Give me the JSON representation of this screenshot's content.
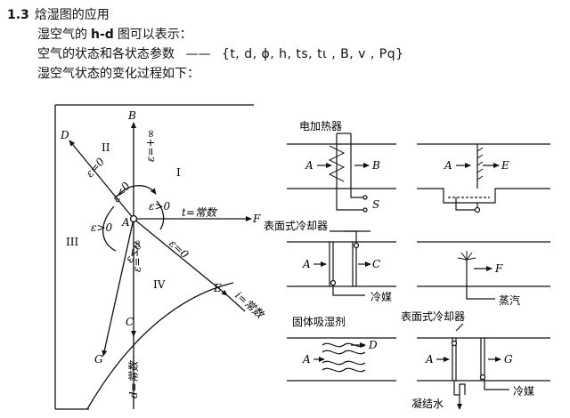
{
  "header": {
    "section_number": "1.3",
    "section_title": "焓湿图的应用"
  },
  "lines": {
    "l1_prefix": "湿空气的",
    "l1_bold": "h-d",
    "l1_suffix": "图可以表示：",
    "l2_prefix": "空气的状态和各状态参数",
    "l2_dash": "——",
    "l2_params": "{t, d, ϕ, h, ts, tι , B, v , Pq}",
    "l3": "湿空气状态的变化过程如下："
  },
  "left_diagram": {
    "point_labels": {
      "A": "A",
      "B": "B",
      "C": "C",
      "D": "D",
      "E": "E",
      "F": "F",
      "G": "G"
    },
    "regions": {
      "I": "I",
      "II": "II",
      "III": "III",
      "IV": "IV"
    },
    "epsilon": {
      "eps_eq_0_upper": "ε=0",
      "eps_lt_0_upper": "ε<0",
      "eps_gt_0_right": "ε>0",
      "eps_gt_0_left": "ε>0",
      "eps_lt_0_lower": "ε<0",
      "eps_eq_0_lower": "ε=0",
      "eps_plus_inf": "ε=+∞",
      "eps_minus_inf": "ε=−∞"
    },
    "const_labels": {
      "t_const": "t=常数",
      "h_const": "i=常数",
      "d_const": "d=常数"
    }
  },
  "right_panels": {
    "heater": {
      "title": "电加热器",
      "A": "A",
      "B": "B",
      "S": "S"
    },
    "spray": {
      "A": "A",
      "E": "E"
    },
    "cooler": {
      "title": "表面式冷却器",
      "A": "A",
      "C": "C",
      "coolant": "冷媒"
    },
    "steam": {
      "F": "F",
      "steam": "蒸汽"
    },
    "desiccant": {
      "title": "固体吸湿剂",
      "A": "A",
      "D": "D"
    },
    "cooler2": {
      "title": "表面式冷却器",
      "A": "A",
      "G": "G",
      "coolant": "冷媒",
      "condensate": "凝结水"
    }
  }
}
